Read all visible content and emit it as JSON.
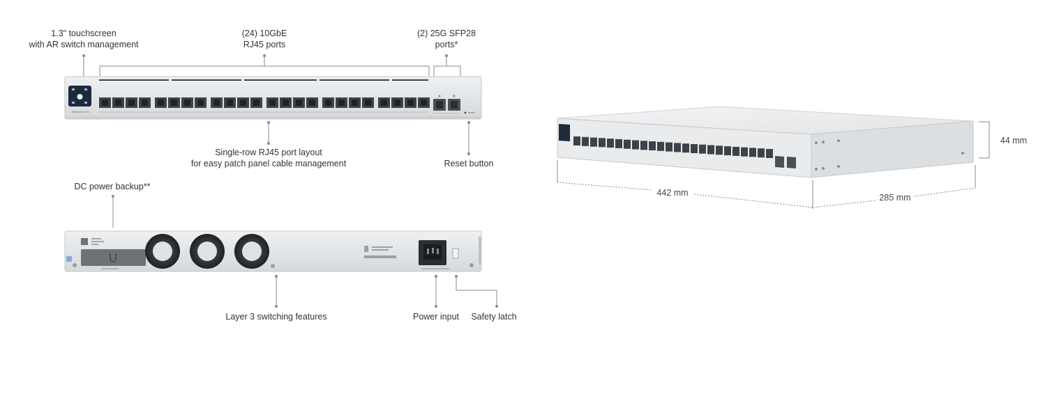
{
  "callouts": {
    "touchscreen": [
      "1.3\" touchscreen",
      "with AR switch management"
    ],
    "rj45_ports": [
      "(24) 10GbE",
      "RJ45 ports"
    ],
    "sfp_ports": [
      "(2) 25G SFP28",
      "ports*"
    ],
    "port_layout": [
      "Single-row RJ45 port layout",
      "for easy patch panel cable management"
    ],
    "reset": "Reset button",
    "dc_power": "DC power backup**",
    "layer3": "Layer 3 switching features",
    "power_input": "Power input",
    "safety_latch": "Safety latch"
  },
  "dimensions": {
    "height": "44 mm",
    "width": "442 mm",
    "depth": "285 mm"
  },
  "front_panel": {
    "model_label": "Enterprise XG",
    "rj45_port_count": 24,
    "sfp_port_count": 2
  },
  "colors": {
    "chassis": "#e4e6e8",
    "chassis_edge": "#c9ccd0",
    "port": "#3c4248",
    "screen": "#1d2a3a",
    "fan": "#2b2f33",
    "line": "#8a8a8a"
  }
}
